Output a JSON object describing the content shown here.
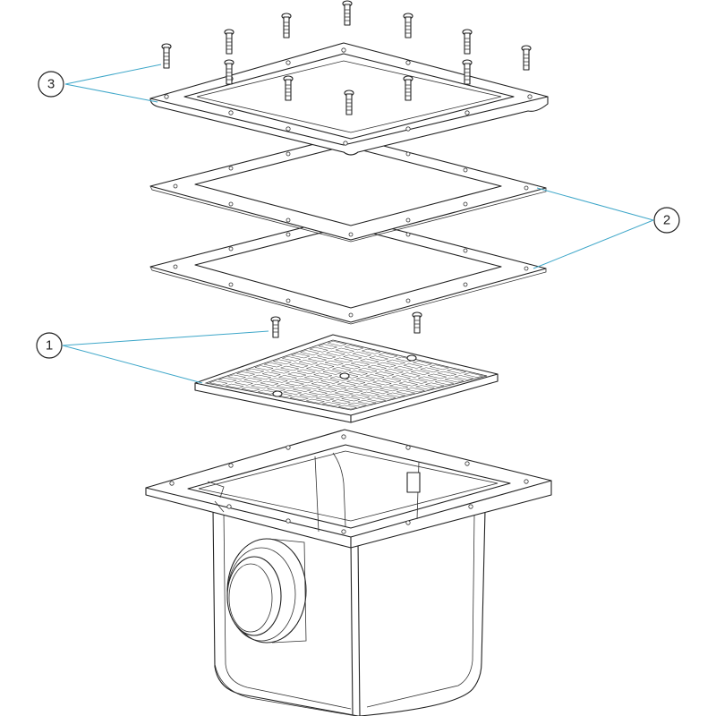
{
  "callouts": [
    {
      "id": "1",
      "label": "1"
    },
    {
      "id": "2",
      "label": "2"
    },
    {
      "id": "3",
      "label": "3"
    }
  ],
  "colors": {
    "line": "#222222",
    "leader": "#3fa7c9",
    "background": "#ffffff"
  }
}
